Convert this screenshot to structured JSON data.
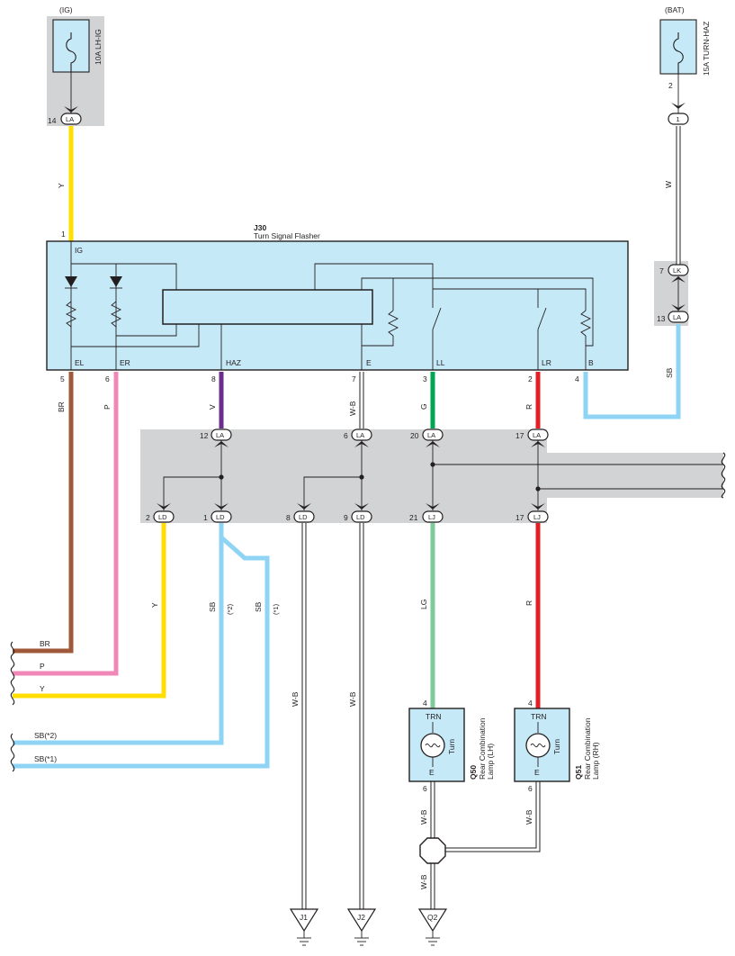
{
  "colors": {
    "Y": "#ffde00",
    "BR": "#a0583b",
    "P": "#f087b8",
    "V": "#6a2c8e",
    "G": "#00a651",
    "LG": "#7fc99a",
    "R": "#e31e24",
    "SB": "#8fd4f4",
    "W": "#ffffff",
    "box_fill": "#c6e9f7",
    "gray_fill": "#d2d3d5"
  },
  "power": {
    "ig": {
      "source": "(IG)",
      "fuse": "10A LH-IG",
      "pin": "14",
      "connector": "LA",
      "wire": "Y",
      "terminal_pin": "1",
      "terminal": "IG"
    },
    "bat": {
      "source": "(BAT)",
      "fuse": "15A TURN-HAZ",
      "fuse_pin": "2",
      "conn_pin": "1",
      "wire": "W"
    }
  },
  "junction_lk": {
    "pin_lk": "7",
    "lk": "LK",
    "pin_la": "13",
    "la": "LA",
    "wire": "SB"
  },
  "flasher": {
    "code": "J30",
    "name": "Turn Signal Flasher",
    "terminals": [
      {
        "label": "EL",
        "pin": "5",
        "wire": "BR"
      },
      {
        "label": "ER",
        "pin": "6",
        "wire": "P"
      },
      {
        "label": "HAZ",
        "pin": "8",
        "wire": "V"
      },
      {
        "label": "E",
        "pin": "7",
        "wire": "W-B"
      },
      {
        "label": "LL",
        "pin": "3",
        "wire": "G"
      },
      {
        "label": "LR",
        "pin": "2",
        "wire": "R"
      },
      {
        "label": "B",
        "pin": "4",
        "wire": ""
      }
    ]
  },
  "junction_block": {
    "top": [
      {
        "pin": "12",
        "conn": "LA"
      },
      {
        "pin": "6",
        "conn": "LA"
      },
      {
        "pin": "20",
        "conn": "LA"
      },
      {
        "pin": "17",
        "conn": "LA"
      }
    ],
    "bottom": [
      {
        "pin": "2",
        "conn": "LD"
      },
      {
        "pin": "1",
        "conn": "LD"
      },
      {
        "pin": "8",
        "conn": "LD"
      },
      {
        "pin": "9",
        "conn": "LD"
      },
      {
        "pin": "21",
        "conn": "LJ"
      },
      {
        "pin": "17",
        "conn": "LJ"
      }
    ]
  },
  "wires": {
    "y_low": "Y",
    "sb2": "SB",
    "sb2_note": "(*2)",
    "sb1": "SB",
    "sb1_note": "(*1)",
    "wb1": "W-B",
    "wb2": "W-B",
    "lg": "LG",
    "r_low": "R",
    "wb_q50": "W-B",
    "wb_q51": "W-B",
    "wb_q2": "W-B"
  },
  "left_outputs": [
    "BR",
    "P",
    "Y",
    "SB(*2)",
    "SB(*1)"
  ],
  "lamps": [
    {
      "code": "Q50",
      "name1": "Rear Combination",
      "name2": "Lamp (LH)",
      "trn": "TRN",
      "turn": "Turn",
      "e": "E",
      "pin_top": "4",
      "pin_bottom": "6"
    },
    {
      "code": "Q51",
      "name1": "Rear Combination",
      "name2": "Lamp (RH)",
      "trn": "TRN",
      "turn": "Turn",
      "e": "E",
      "pin_top": "4",
      "pin_bottom": "6"
    }
  ],
  "grounds": [
    "J1",
    "J2",
    "Q2"
  ]
}
